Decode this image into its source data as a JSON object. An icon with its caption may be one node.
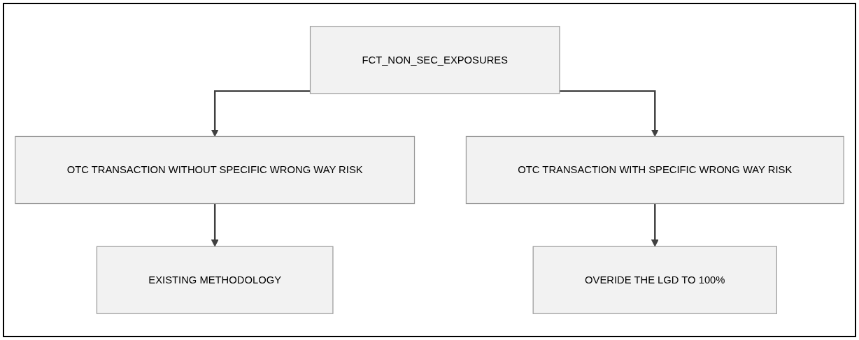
{
  "diagram": {
    "nodes": [
      {
        "text": [
          "FCT_NON_SEC_EXPOSURES"
        ]
      },
      {
        "text": [
          "OTC TRANSACTION WITHOUT SPECIFIC WRONG WAY RISK"
        ]
      },
      {
        "text": [
          "OTC TRANSACTION WITH SPECIFIC WRONG WAY RISK"
        ]
      },
      {
        "text": [
          "EXISTING METHODOLOGY"
        ]
      },
      {
        "text": [
          "OVERIDE THE LGD TO 100%"
        ]
      }
    ],
    "edges": [
      {
        "from": 0,
        "to": 1,
        "arrow": "to"
      },
      {
        "from": 0,
        "to": 2,
        "arrow": "to"
      },
      {
        "from": 1,
        "to": 3,
        "arrow": "to"
      },
      {
        "from": 2,
        "to": 4,
        "arrow": "to"
      }
    ]
  }
}
